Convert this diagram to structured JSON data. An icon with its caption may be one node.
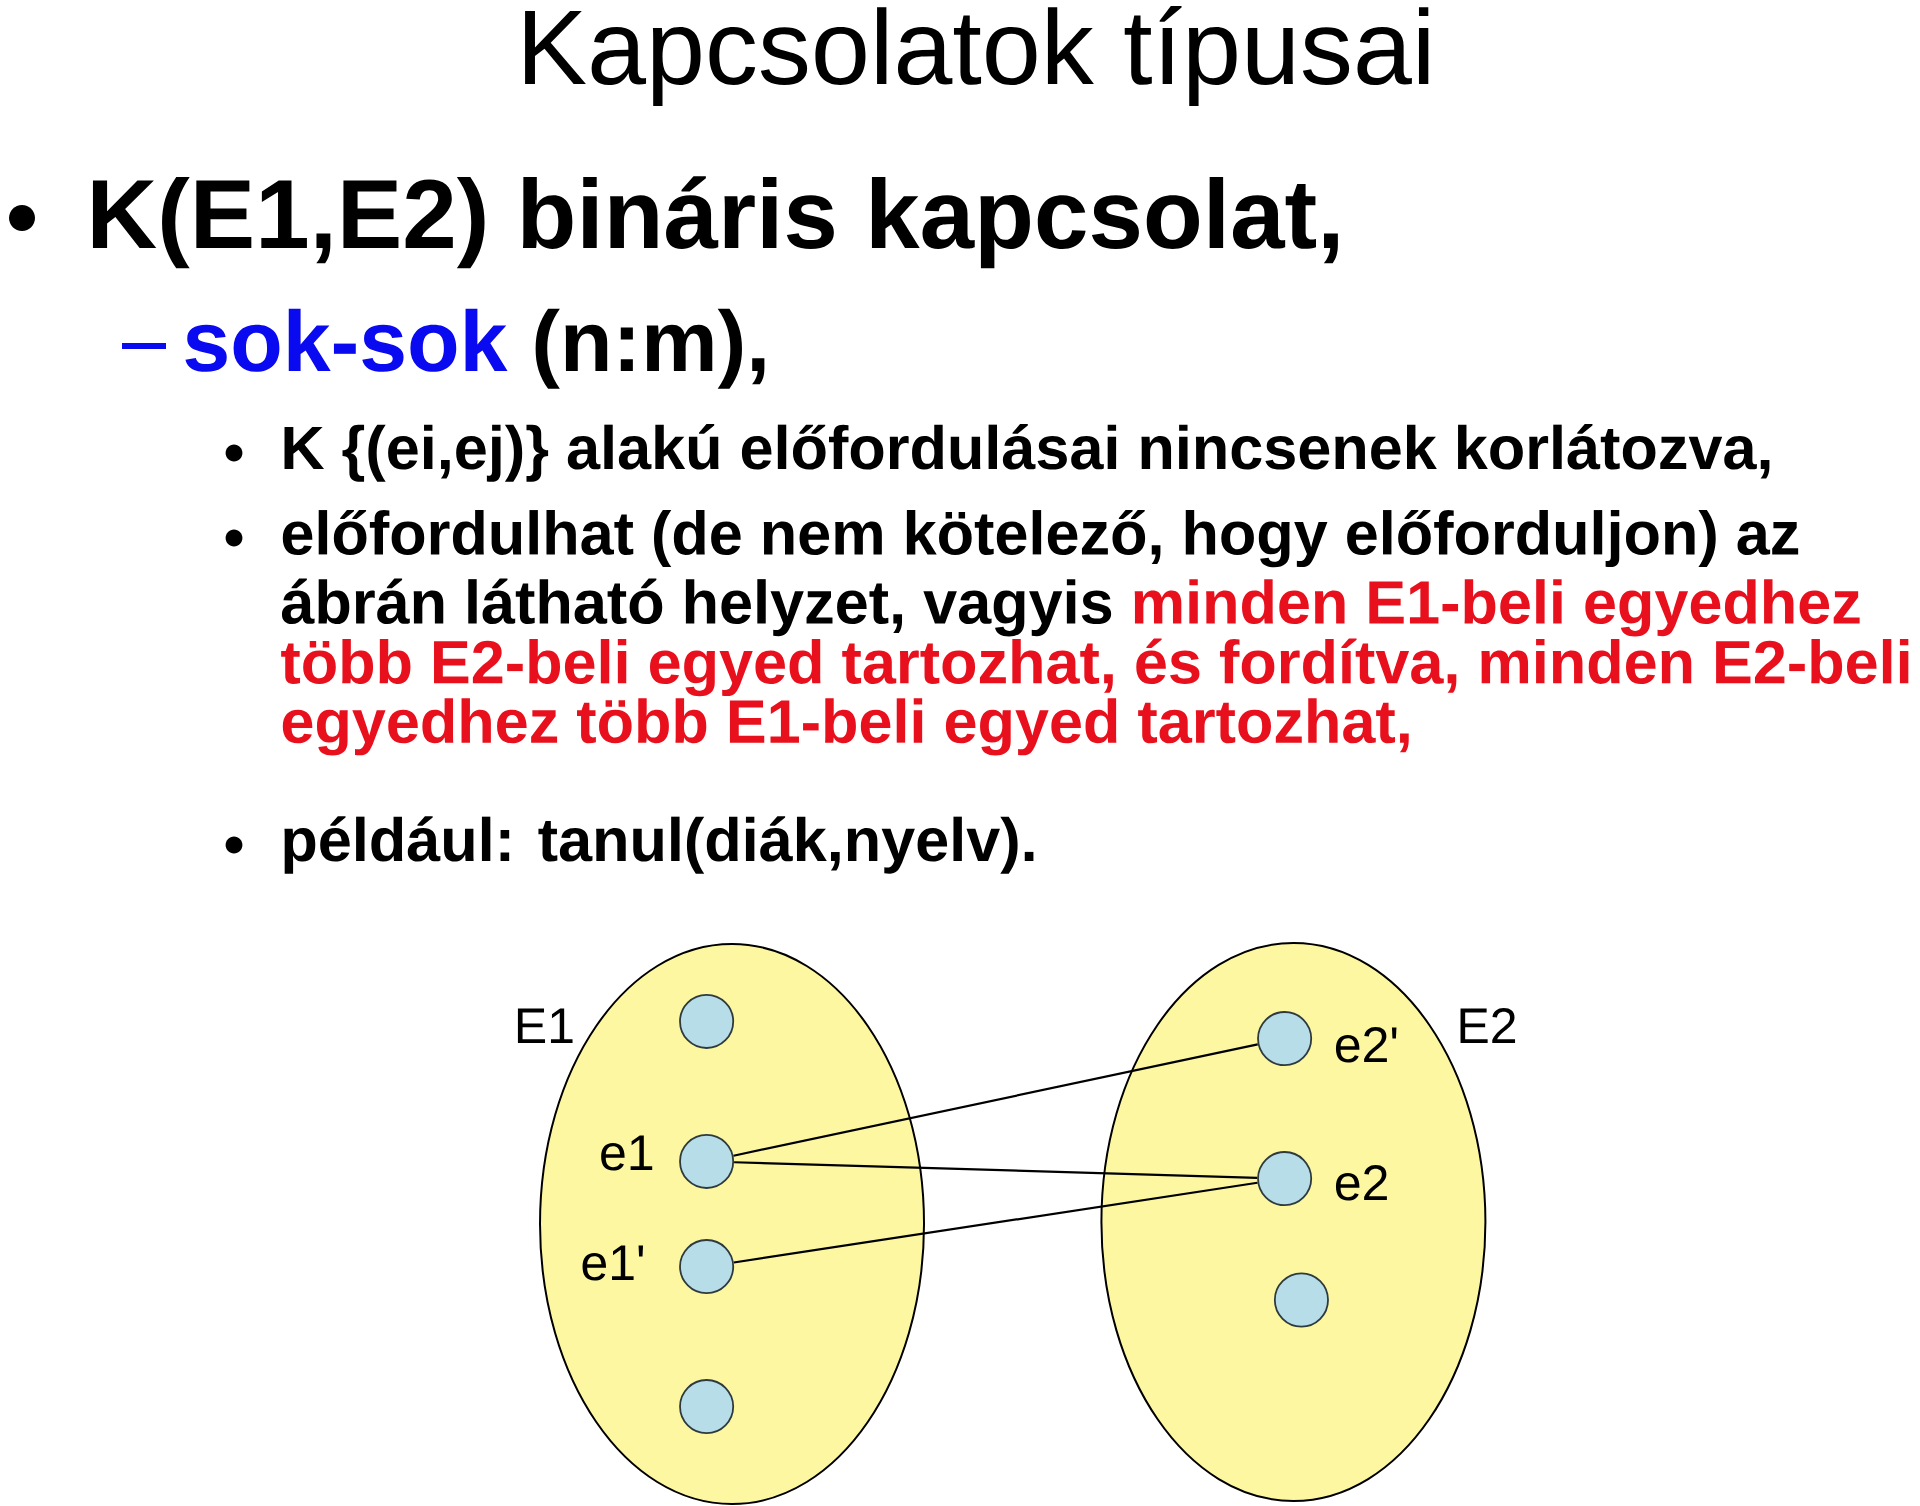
{
  "diagram": {
    "title": "Kapcsolatok típusai",
    "nodes": [
      {
        "text": [
          "E1"
        ]
      },
      {
        "text": [],
        "shape": "circle",
        "in": 0
      },
      {
        "text": [],
        "shape": "circle",
        "in": 0,
        "beside": [
          "e1"
        ]
      },
      {
        "text": [],
        "shape": "circle",
        "in": 0,
        "beside": [
          "e1'"
        ]
      },
      {
        "text": [],
        "shape": "circle",
        "in": 0
      },
      {
        "text": [
          "E2"
        ]
      },
      {
        "text": [],
        "shape": "circle",
        "in": 5,
        "beside": [
          "e2'"
        ]
      },
      {
        "text": [],
        "shape": "circle",
        "in": 5,
        "beside": [
          "e2"
        ]
      },
      {
        "text": [],
        "shape": "circle",
        "in": 5
      }
    ],
    "edges": [
      {
        "from": 2,
        "to": 6,
        "arrow": "none"
      },
      {
        "from": 2,
        "to": 7,
        "arrow": "none"
      },
      {
        "from": 3,
        "to": 7,
        "arrow": "none"
      }
    ],
    "labels": [
      "K(E1,E2) bináris kapcsolat,",
      "sok-sok",
      "(n:m),",
      "K {(ei,ej)} alakú előfordulásai nincsenek korlátozva,",
      "előfordulhat (de nem kötelező, hogy előforduljon) az ábrán látható helyzet, vagyis",
      "minden E1-beli egyedhez több E2-beli egyed tartozhat, és fordítva, minden E2-beli egyedhez több E1-beli egyed tartozhat,",
      "például: tanul(diák,nyelv)."
    ]
  }
}
